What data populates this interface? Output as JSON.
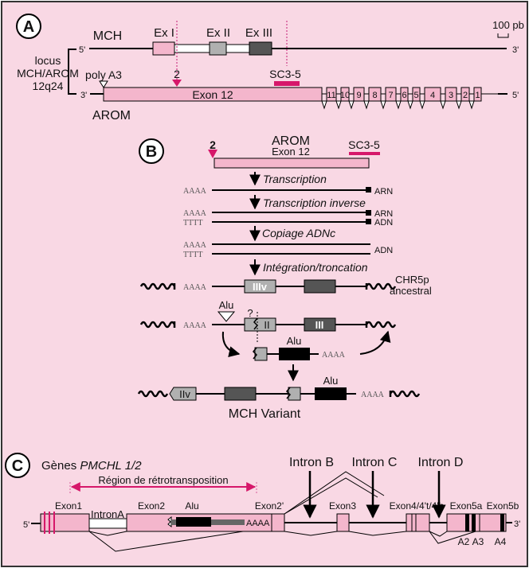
{
  "colors": {
    "background": "#f9d8e4",
    "border": "#333333",
    "exon_pink": "#f4b6cc",
    "magenta": "#d6176a",
    "dotted_pink": "#d65a9a",
    "gray_light": "#b0b0b0",
    "gray_dark": "#555555",
    "black": "#000000"
  },
  "panelA": {
    "letter": "A",
    "mch_label": "MCH",
    "arom_label": "AROM",
    "locus_lines": [
      "locus",
      "MCH/AROM",
      "12q24"
    ],
    "mch_five": "5'",
    "mch_three": "3'",
    "arom_three": "3'",
    "arom_five": "5'",
    "mch_exons": [
      "Ex I",
      "Ex II",
      "Ex III"
    ],
    "polyA": "poly A3",
    "site2": "2",
    "sc35": "SC3-5",
    "exon12": "Exon  12",
    "small_exons": [
      "11",
      "10",
      "9",
      "8",
      "7",
      "6",
      "5",
      "4",
      "3",
      "2",
      "1"
    ],
    "scale": "100 pb"
  },
  "panelB": {
    "letter": "B",
    "title": "AROM",
    "subtitle": "Exon  12",
    "site2": "2",
    "sc35": "SC3-5",
    "steps": [
      "Transcription",
      "Transcription inverse",
      "Copiage ADNc",
      "Intégration/troncation"
    ],
    "polyA": "AAAA",
    "polyT": "TTTT",
    "arn": "ARN",
    "adn": "ADN",
    "exon_IIIv": "IIIv",
    "exon_II": "II",
    "exon_III": "III",
    "exon_IIv": "IIv",
    "alu": "Alu",
    "question": "?",
    "chr_lines": [
      "CHR5p",
      "ancestral"
    ],
    "variant": "MCH Variant"
  },
  "panelC": {
    "letter": "C",
    "title_prefix": "Gènes ",
    "title_gene": "PMCHL 1/2",
    "region": "Région de rétrotransposition",
    "introns": [
      "Intron B",
      "Intron C",
      "Intron D"
    ],
    "intronA": "IntronA",
    "exons": [
      "Exon1",
      "Exon2",
      "Alu",
      "Exon2'",
      "Exon3",
      "Exon4/4't/4'b",
      "Exon5a",
      "Exon5b"
    ],
    "five": "5'",
    "three": "3'",
    "polyA": "AAAA",
    "sites": [
      "A2",
      "A3",
      "A4"
    ]
  }
}
